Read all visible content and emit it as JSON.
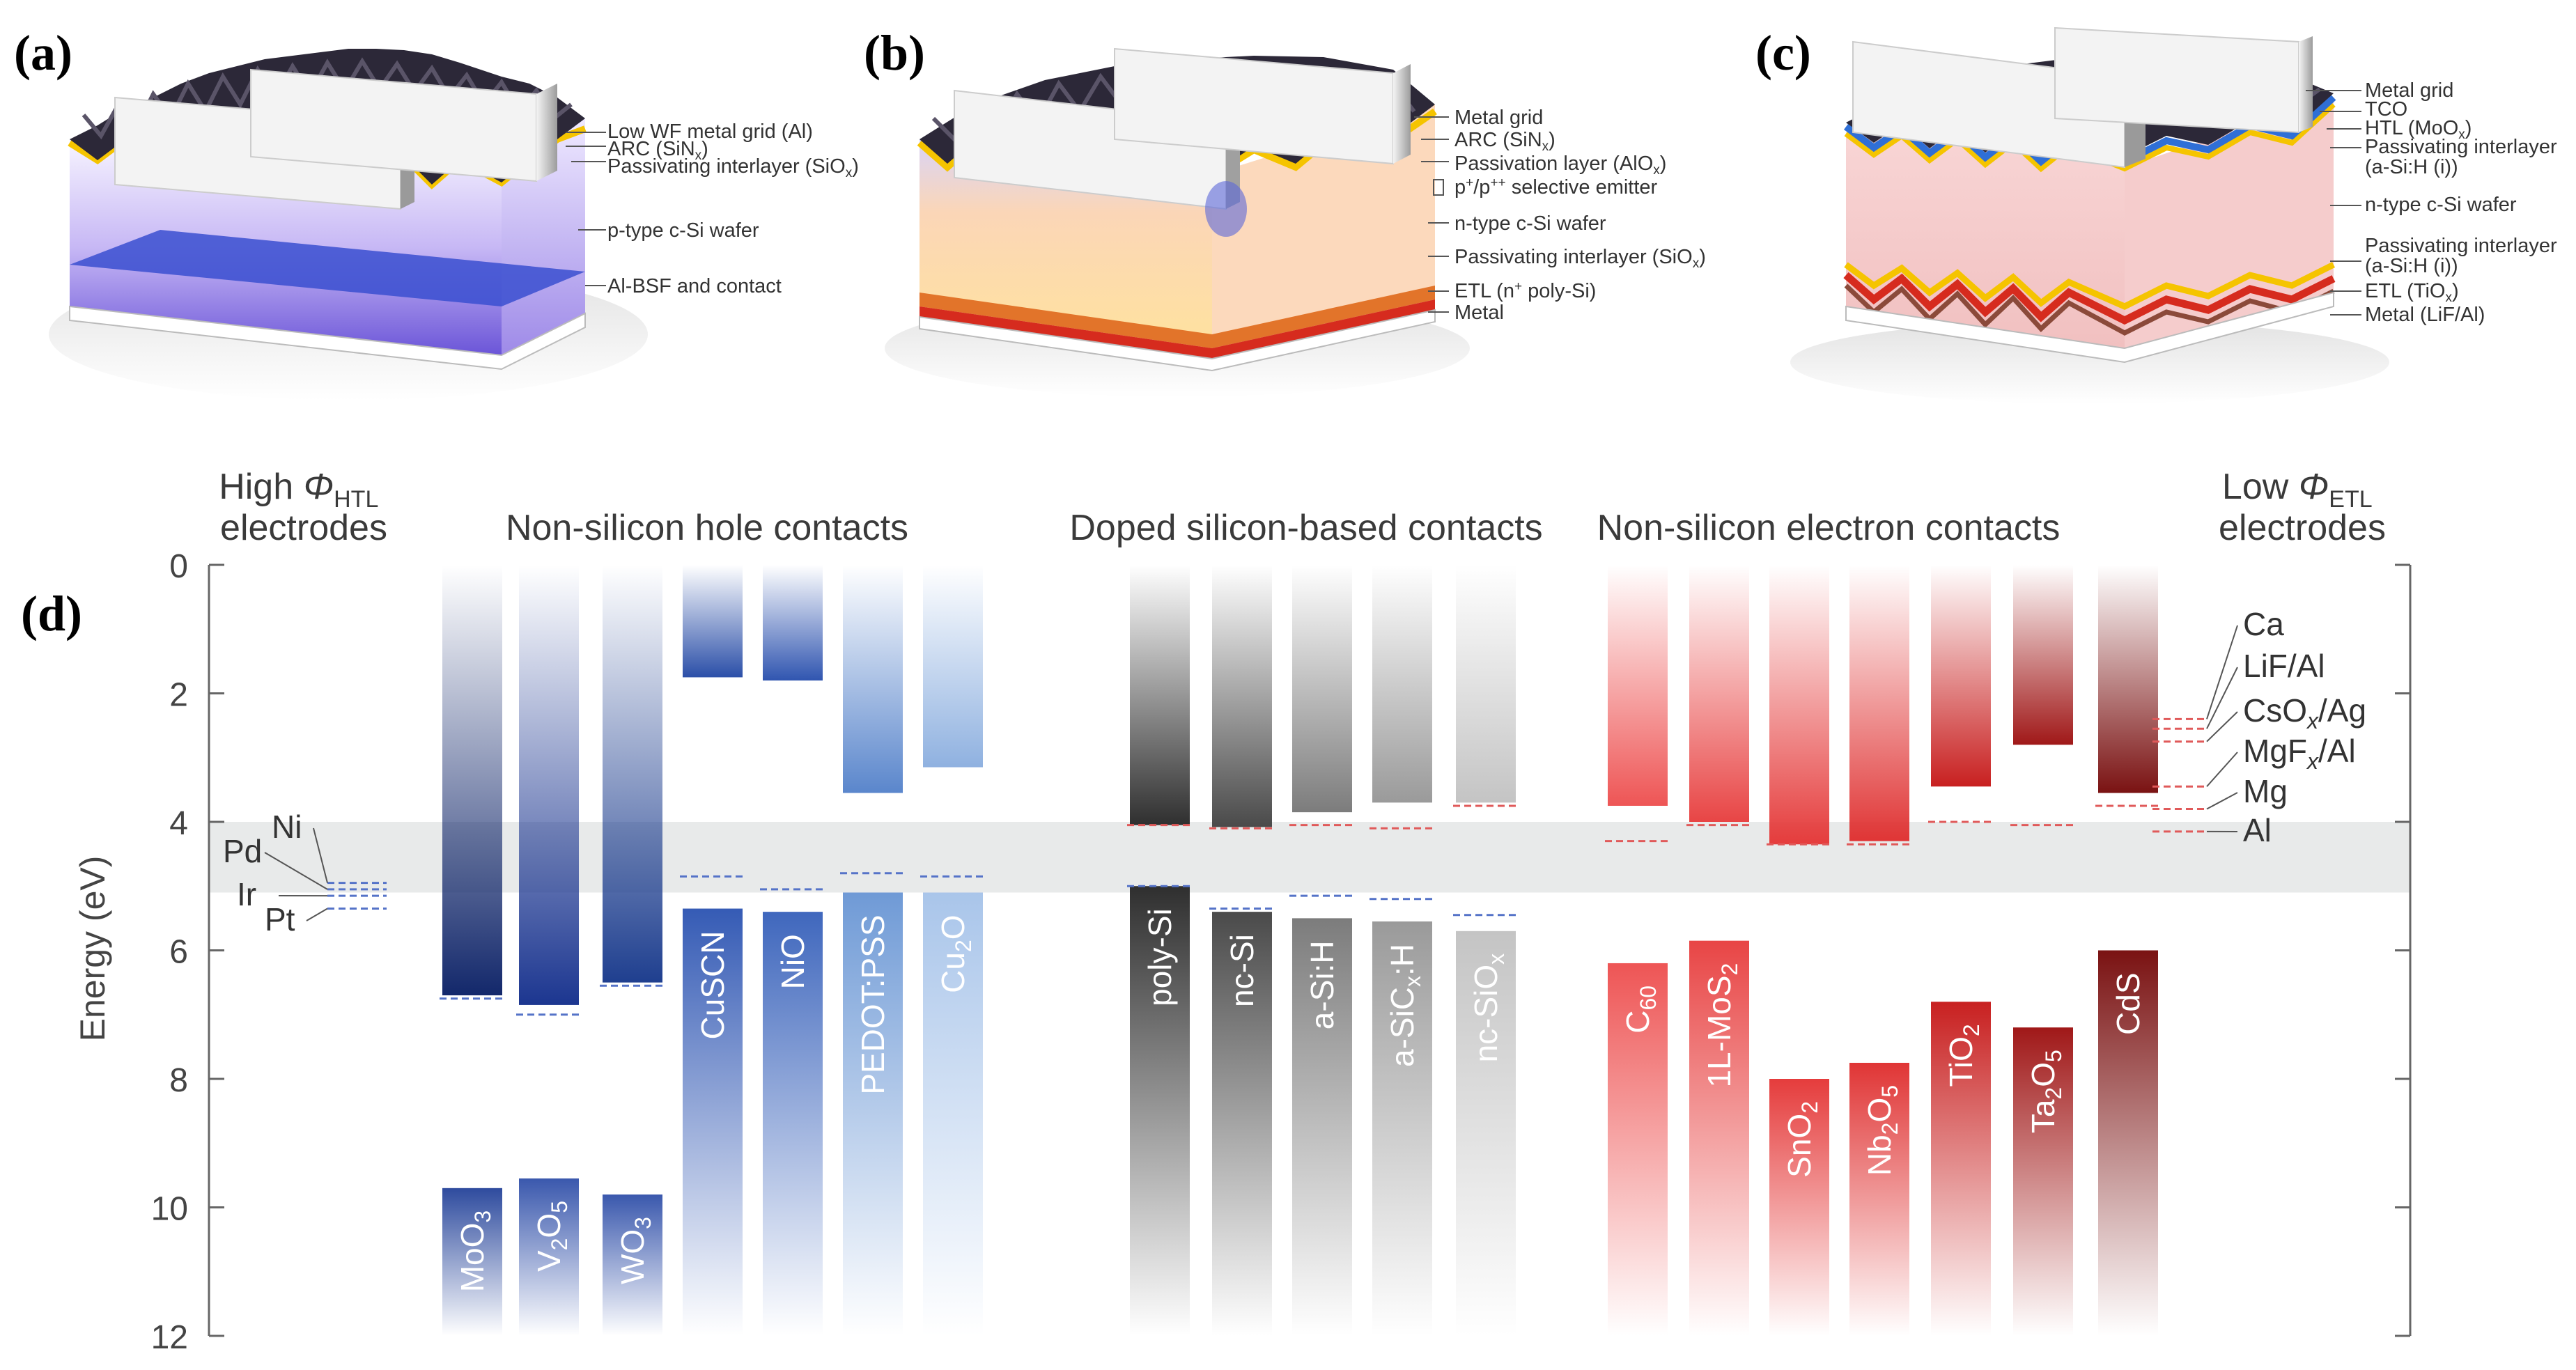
{
  "panel_labels": {
    "a": "(a)",
    "b": "(b)",
    "c": "(c)",
    "d": "(d)"
  },
  "panel_a": {
    "layers": [
      "Low WF metal grid (Al)",
      "ARC (SiN",
      "x",
      ")",
      "Passivating interlayer (SiO",
      "x",
      ")",
      "p-type c-Si wafer",
      "Al-BSF and contact"
    ]
  },
  "panel_b": {
    "layers": [
      "Metal grid",
      "ARC (SiN",
      "x",
      ")",
      "Passivation layer (AlO",
      "x",
      ")",
      "p",
      "+",
      "/p",
      "++",
      " selective emitter",
      "n-type c-Si wafer",
      "Passivating interlayer (SiO",
      "x",
      ")",
      "ETL (n",
      "+",
      " poly-Si)",
      "Metal"
    ]
  },
  "panel_c": {
    "layers": [
      "Metal grid",
      "TCO",
      "HTL (MoO",
      "x",
      ")",
      "Passivating interlayer",
      "(a-Si:H (i))",
      "n-type c-Si wafer",
      "Passivating interlayer",
      "(a-Si:H (i))",
      "ETL (TiO",
      "x",
      ")",
      "Metal (LiF/Al)"
    ]
  },
  "colors": {
    "hole": "#1f3f8f",
    "hole_light": "#6f9ad6",
    "silicon": "#3a3a3a",
    "electron": "#e03535",
    "electron_dark": "#8b1515",
    "band": "#e8eaea",
    "dash_blue": "#5573c8",
    "dash_red": "#e05a5a"
  },
  "chart_data": {
    "type": "bar",
    "ylabel": "Energy (eV)",
    "ylim": [
      0,
      12
    ],
    "yticks": [
      "0",
      "2",
      "4",
      "6",
      "8",
      "10",
      "12"
    ],
    "band_eV": [
      4.0,
      5.1
    ],
    "headers": {
      "htl_line1": "High ",
      "htl_phi": "Φ",
      "htl_sub": "HTL",
      "htl_line2": "electrodes",
      "hole": "Non-silicon hole contacts",
      "doped": "Doped silicon-based contacts",
      "electron": "Non-silicon electron contacts",
      "etl_line1": "Low ",
      "etl_phi": "Φ",
      "etl_sub": "ETL",
      "etl_line2": "electrodes"
    },
    "materials": [
      {
        "label": [
          "MoO",
          "3"
        ],
        "group": "hole",
        "cb": 6.7,
        "vb": 9.7,
        "wf": 6.75
      },
      {
        "label": [
          "V",
          "2",
          "O",
          "5"
        ],
        "group": "hole",
        "cb": 6.85,
        "vb": 9.55,
        "wf": 7.0
      },
      {
        "label": [
          "WO",
          "3"
        ],
        "group": "hole",
        "cb": 6.5,
        "vb": 9.8,
        "wf": 6.55
      },
      {
        "label": [
          "CuSCN"
        ],
        "group": "hole",
        "cb": 1.75,
        "vb": 5.35,
        "wf": 4.85
      },
      {
        "label": [
          "NiO"
        ],
        "group": "hole",
        "cb": 1.8,
        "vb": 5.4,
        "wf": 5.05
      },
      {
        "label": [
          "PEDOT:PSS"
        ],
        "group": "hole",
        "cb": 3.55,
        "vb": 5.1,
        "wf": 4.8
      },
      {
        "label": [
          "Cu",
          "2",
          "O"
        ],
        "group": "hole",
        "cb": 3.15,
        "vb": 5.1,
        "wf": 4.85
      },
      {
        "label": [
          "poly-Si"
        ],
        "group": "si",
        "cb": 4.05,
        "vb": 5.0,
        "wf_red": 4.05,
        "wf_blue": 5.0
      },
      {
        "label": [
          "nc-Si"
        ],
        "group": "si",
        "cb": 4.08,
        "vb": 5.4,
        "wf_red": 4.1,
        "wf_blue": 5.35
      },
      {
        "label": [
          "a-Si:H"
        ],
        "group": "si",
        "cb": 3.85,
        "vb": 5.5,
        "wf_red": 4.05,
        "wf_blue": 5.15
      },
      {
        "label": [
          "a-SiC",
          "x",
          ":H"
        ],
        "group": "si",
        "cb": 3.7,
        "vb": 5.55,
        "wf_red": 4.1,
        "wf_blue": 5.2
      },
      {
        "label": [
          "nc-SiO",
          "x"
        ],
        "group": "si",
        "cb": 3.7,
        "vb": 5.7,
        "wf_red": 3.75,
        "wf_blue": 5.45
      },
      {
        "label": [
          "C",
          "60"
        ],
        "group": "electron",
        "cb": 3.75,
        "vb": 6.2,
        "wf": 4.3
      },
      {
        "label": [
          "1L-MoS",
          "2"
        ],
        "group": "electron",
        "cb": 4.0,
        "vb": 5.85,
        "wf": 4.05
      },
      {
        "label": [
          "SnO",
          "2"
        ],
        "group": "electron",
        "cb": 4.35,
        "vb": 8.0,
        "wf": 4.35
      },
      {
        "label": [
          "Nb",
          "2",
          "O",
          "5"
        ],
        "group": "electron",
        "cb": 4.3,
        "vb": 7.75,
        "wf": 4.35
      },
      {
        "label": [
          "TiO",
          "2"
        ],
        "group": "electron",
        "cb": 3.45,
        "vb": 6.8,
        "wf": 4.0
      },
      {
        "label": [
          "Ta",
          "2",
          "O",
          "5"
        ],
        "group": "electron",
        "cb": 2.8,
        "vb": 7.2,
        "wf": 4.05
      },
      {
        "label": [
          "CdS"
        ],
        "group": "electron",
        "cb": 3.55,
        "vb": 6.0,
        "wf": 3.75
      }
    ],
    "htl_electrodes": [
      {
        "label": "Ni",
        "wf": 4.95
      },
      {
        "label": "Pd",
        "wf": 5.05
      },
      {
        "label": "Ir",
        "wf": 5.15
      },
      {
        "label": "Pt",
        "wf": 5.35
      }
    ],
    "etl_electrodes": [
      {
        "label": "Ca",
        "sub": "",
        "tail": "",
        "wf": 2.4
      },
      {
        "label": "LiF/Al",
        "sub": "",
        "tail": "",
        "wf": 2.55
      },
      {
        "label": "CsO",
        "sub": "x",
        "tail": "/Ag",
        "wf": 2.75
      },
      {
        "label": "MgF",
        "sub": "x",
        "tail": "/Al",
        "wf": 3.45
      },
      {
        "label": "Mg",
        "sub": "",
        "tail": "",
        "wf": 3.8
      },
      {
        "label": "Al",
        "sub": "",
        "tail": "",
        "wf": 4.15
      }
    ]
  }
}
